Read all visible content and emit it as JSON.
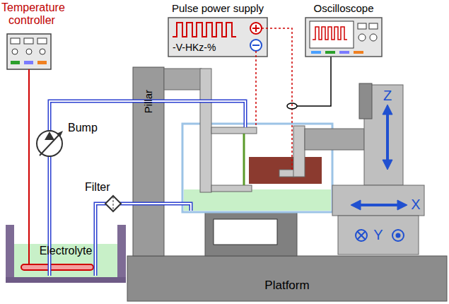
{
  "diagram": {
    "nodes": [
      {
        "text": [
          "Temperature controller"
        ]
      },
      {
        "text": [
          "Pulse power supply",
          "-V-HKz-%"
        ]
      },
      {
        "text": [
          "Oscilloscope"
        ]
      },
      {
        "text": [
          "Pillar"
        ]
      },
      {
        "text": [
          "Electrolyte"
        ]
      },
      {
        "text": [
          "Platform"
        ]
      },
      {
        "text": [
          "Z"
        ]
      },
      {
        "text": [
          "X"
        ]
      },
      {
        "text": [
          "Y"
        ]
      }
    ],
    "edges": [
      {
        "from": 0,
        "to": 4,
        "arrow": "none"
      }
    ],
    "labels": [
      "Bump",
      "Filter"
    ]
  }
}
